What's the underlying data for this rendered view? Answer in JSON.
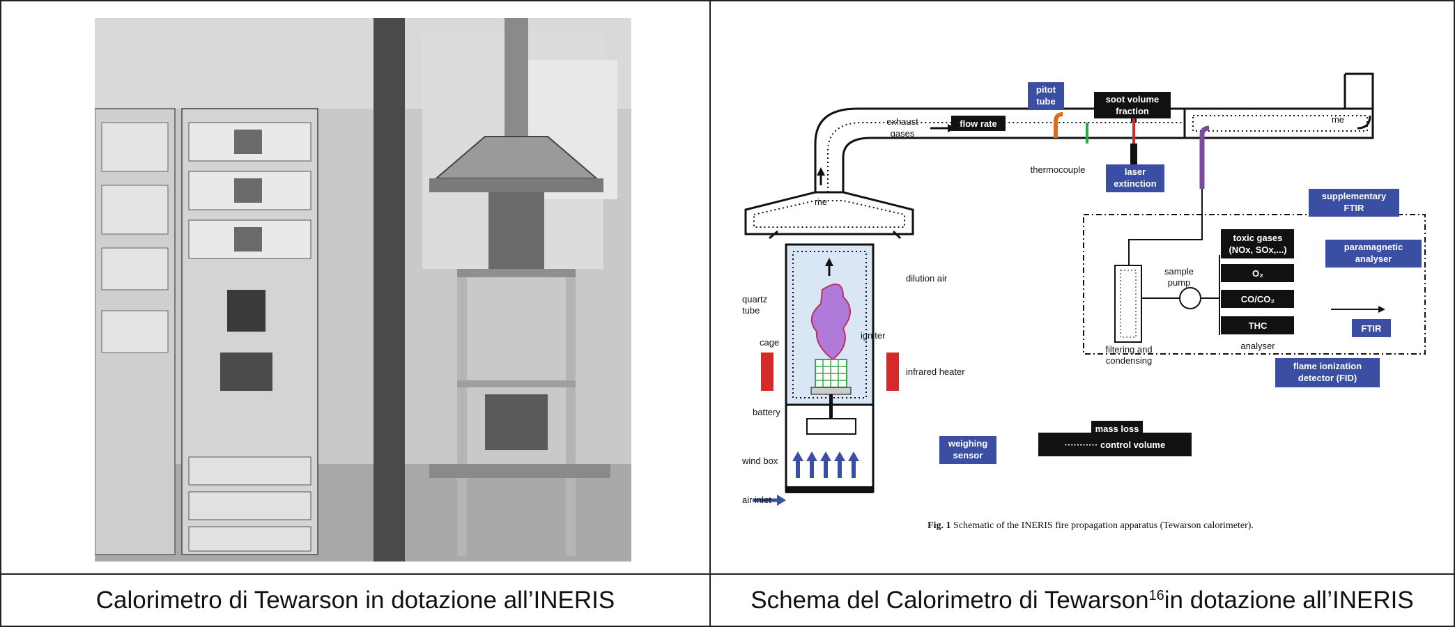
{
  "captions": {
    "left": "Calorimetro di Tewarson in dotazione all’INERIS",
    "right_prefix": "Schema del Calorimetro di Tewarson",
    "right_sup": "16",
    "right_suffix": " in dotazione all’INERIS"
  },
  "diagram": {
    "flow_rate": "flow rate",
    "pitot_1": "pitot",
    "pitot_2": "tube",
    "soot_1": "soot volume",
    "soot_2": "fraction",
    "exhaust_1": "exhaust",
    "exhaust_2": "gases",
    "me_top": "ṁe",
    "me_mid": "ṁe",
    "thermocouple": "thermocouple",
    "laser_1": "laser",
    "laser_2": "extinction",
    "supp_1": "supplementary",
    "supp_2": "FTIR",
    "toxic_1": "toxic gases",
    "toxic_2": "(NOx, SOx,...)",
    "para_1": "paramagnetic",
    "para_2": "analyser",
    "o2": "O₂",
    "coco2": "CO/CO₂",
    "thc": "THC",
    "ftir": "FTIR",
    "sample_1": "sample",
    "sample_2": "pump",
    "filter_1": "filtering and",
    "filter_2": "condensing",
    "analyser": "analyser",
    "fid_1": "flame ionization",
    "fid_2": "detector (FID)",
    "dilution_air": "dilution air",
    "quartz_1": "quartz",
    "quartz_2": "tube",
    "cage": "cage",
    "igniter": "igniter",
    "infrared_heater": "infrared heater",
    "battery": "battery",
    "mass_loss": "mass loss",
    "weighing_1": "weighing",
    "weighing_2": "sensor",
    "wind_box": "wind box",
    "air_inlet": "air inlet",
    "control_volume": "··········· control volume",
    "fig_label": "Fig. 1",
    "fig_text": "Schematic of the INERIS fire propagation apparatus (Tewarson calorimeter)."
  },
  "colors": {
    "box_blue": "#3a4fa3",
    "box_black": "#111111",
    "heater_red": "#d42a2a",
    "quartz_fill": "#d8e6f6",
    "pitot_orange": "#e06a1c",
    "probe_purple": "#7a4aa0",
    "thermo_green": "#2aa84a",
    "cage_green": "#3aa84a"
  }
}
